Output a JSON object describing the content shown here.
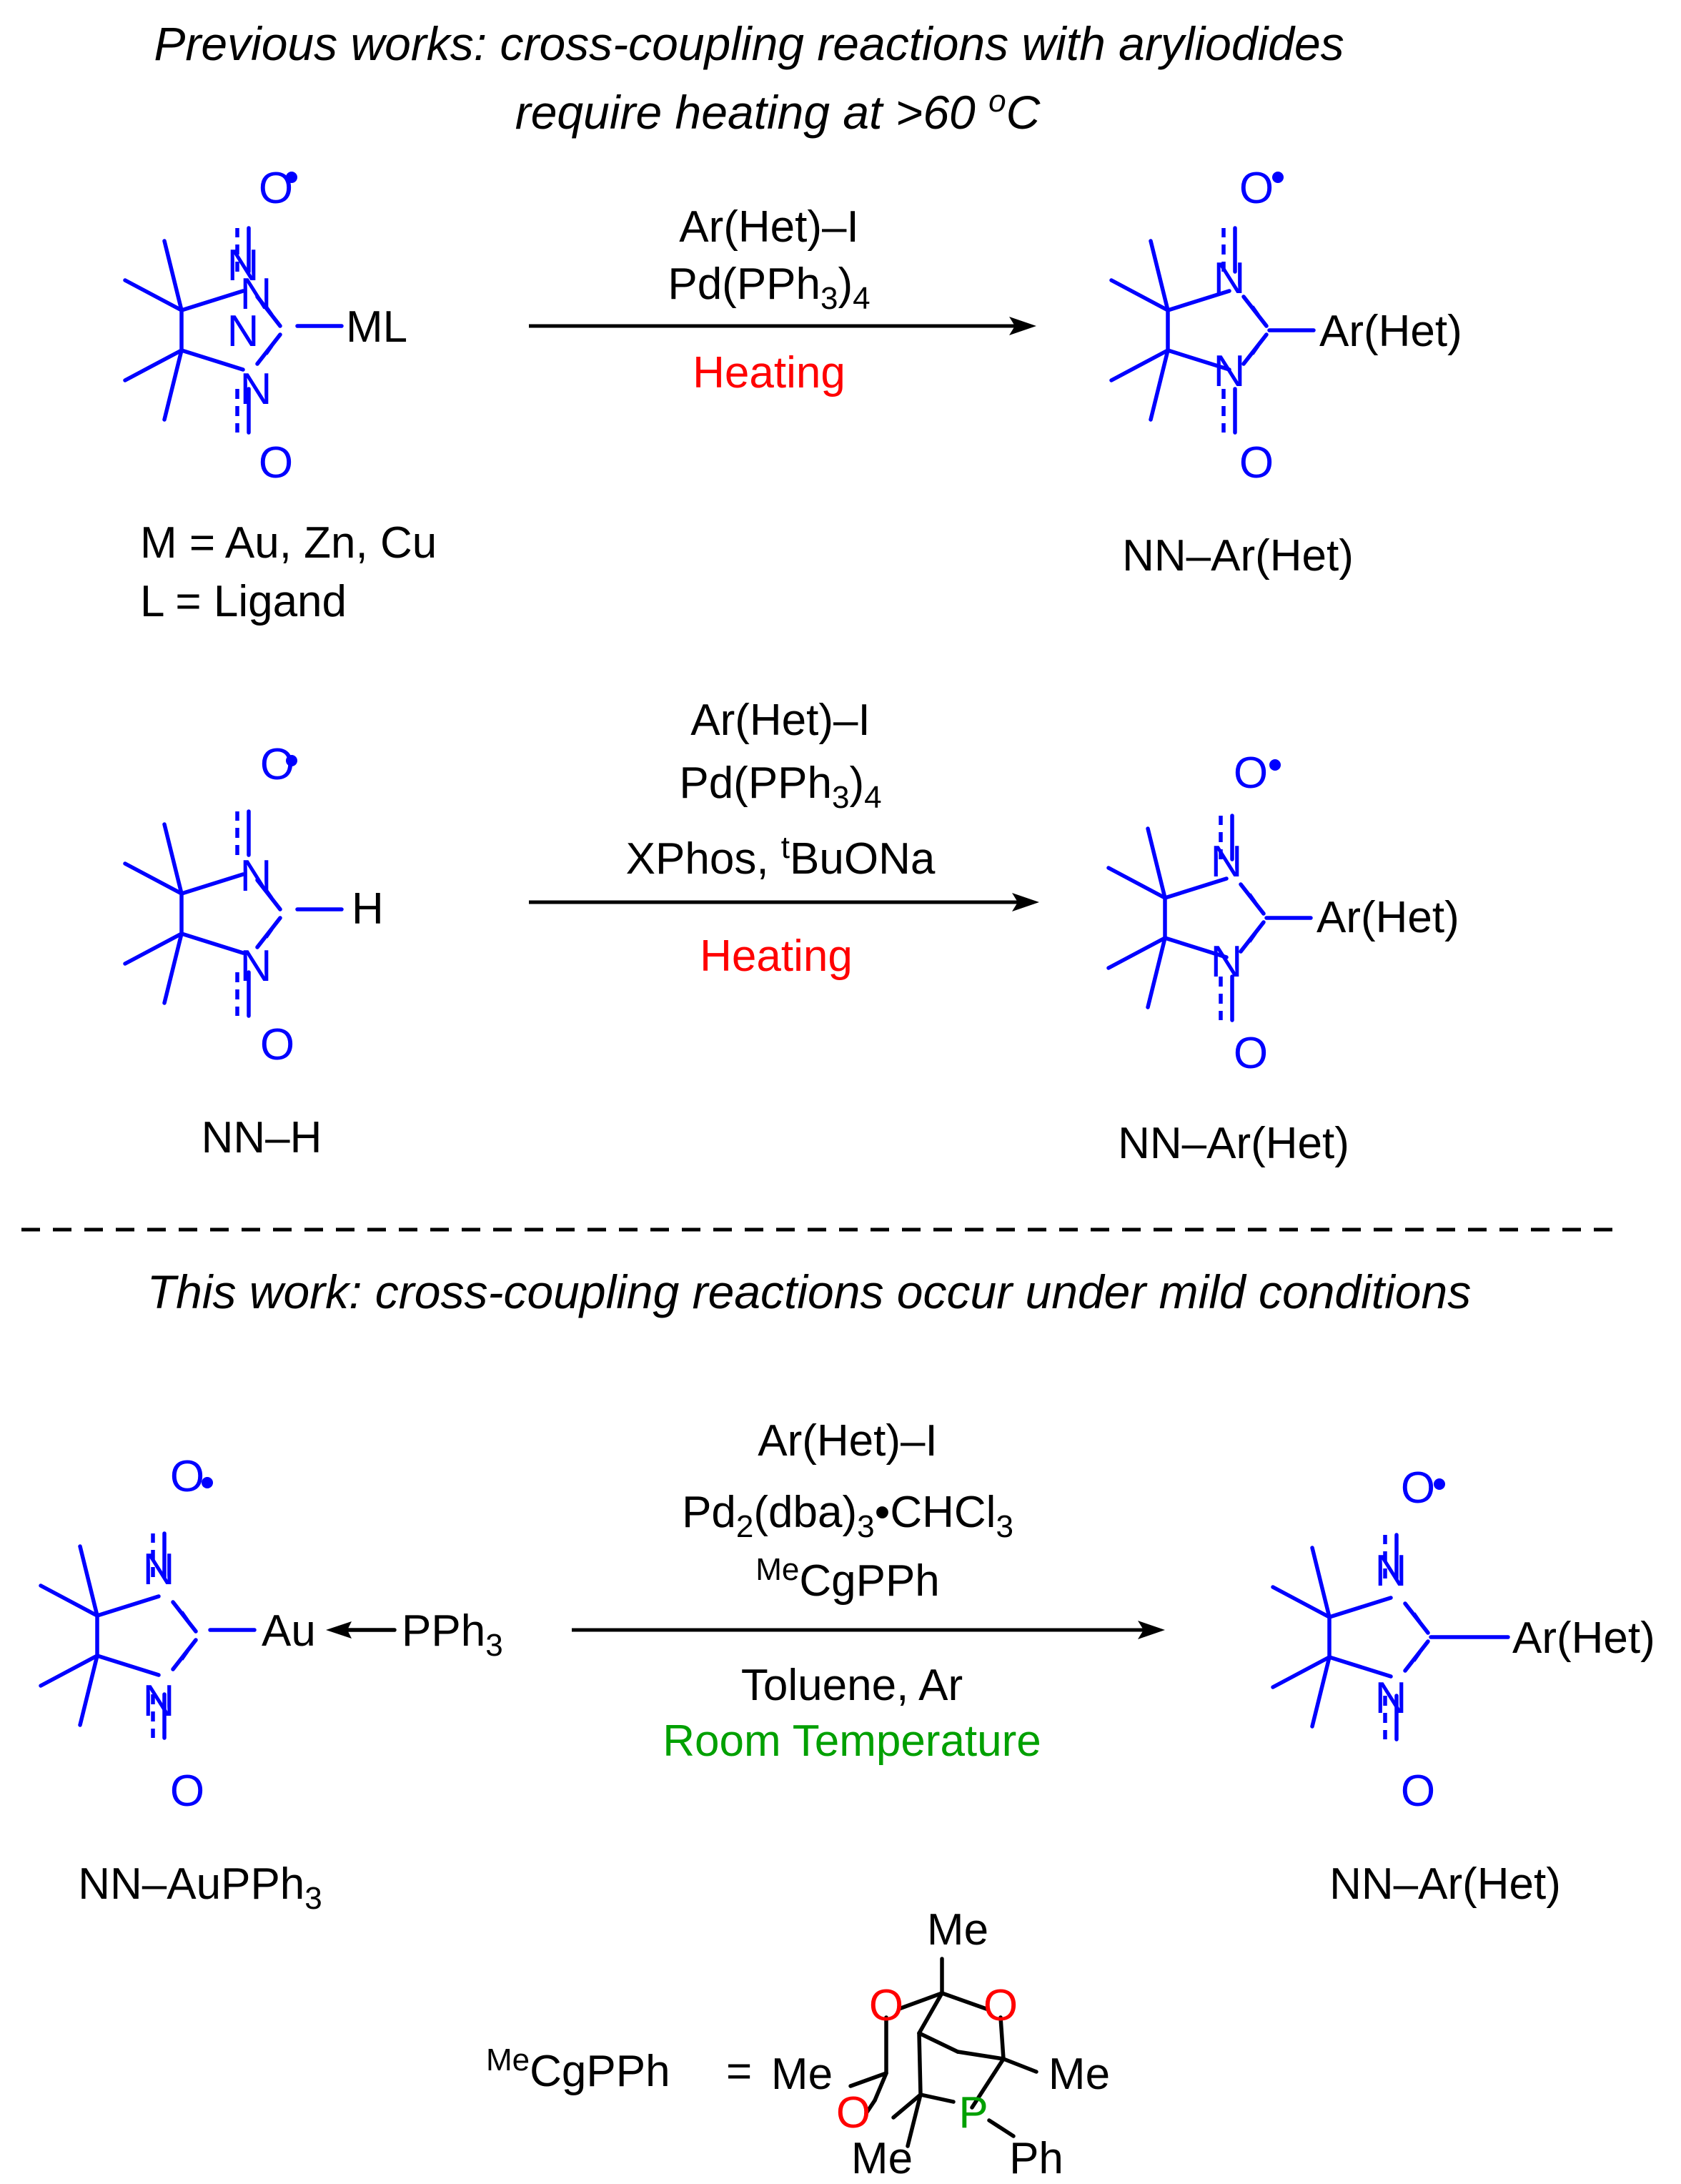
{
  "headings": {
    "previous_line1": "Previous works: cross-coupling reactions with aryliodides",
    "previous_line2_main": "require heating at >60 ",
    "previous_line2_sup": "o",
    "previous_line2_end": "C",
    "this_work": "This work: cross-coupling reactions occur under mild conditions"
  },
  "atoms": {
    "oxygen": "O",
    "nitrogen": "N",
    "phosphorus": "P",
    "methyl": "Me",
    "phenyl": "Ph",
    "hydrogen": "H",
    "ml": "ML",
    "gold": "Au",
    "ar_het": "Ar(Het)"
  },
  "reaction1": {
    "reagent_aryl": "Ar(Het)–I",
    "reagent_cat_main": "Pd(PPh",
    "reagent_cat_sub": "3",
    "reagent_cat_end": ")",
    "reagent_cat_sub2": "4",
    "condition": "Heating",
    "substrate_label1": "M = Au, Zn, Cu",
    "substrate_label2": "L = Ligand",
    "product_label": "NN–Ar(Het)"
  },
  "reaction2": {
    "reagent_aryl": "Ar(Het)–I",
    "reagent_cat_main": "Pd(PPh",
    "reagent_cat_sub": "3",
    "reagent_cat_end": ")",
    "reagent_cat_sub2": "4",
    "reagent_ligand_main": "XPhos, ",
    "reagent_ligand_sup": "t",
    "reagent_ligand_end": "BuONa",
    "condition": "Heating",
    "substrate_label": "NN–H",
    "product_label": "NN–Ar(Het)"
  },
  "reaction3": {
    "reagent_aryl": "Ar(Het)–I",
    "reagent_cat_pd": "Pd",
    "reagent_cat_sub1": "2",
    "reagent_cat_mid": "(dba)",
    "reagent_cat_sub2": "3",
    "reagent_cat_dot": "•",
    "reagent_cat_chcl": "CHCl",
    "reagent_cat_sub3": "3",
    "reagent_ligand_sup": "Me",
    "reagent_ligand_main": "CgPPh",
    "solvent": "Toluene, Ar",
    "condition": "Room Temperature",
    "pph3_main": "PPh",
    "pph3_sub": "3",
    "substrate_label_main": "NN–AuPPh",
    "substrate_label_sub": "3",
    "product_label": "NN–Ar(Het)"
  },
  "legend": {
    "sup": "Me",
    "main": "CgPPh",
    "equals": "="
  },
  "colors": {
    "nitronyl_nitroxide": "#0000ff",
    "heating": "#ff0000",
    "room_temperature": "#00a000",
    "cage_oxygen": "#ff0000",
    "cage_phosphorus": "#00a000"
  }
}
